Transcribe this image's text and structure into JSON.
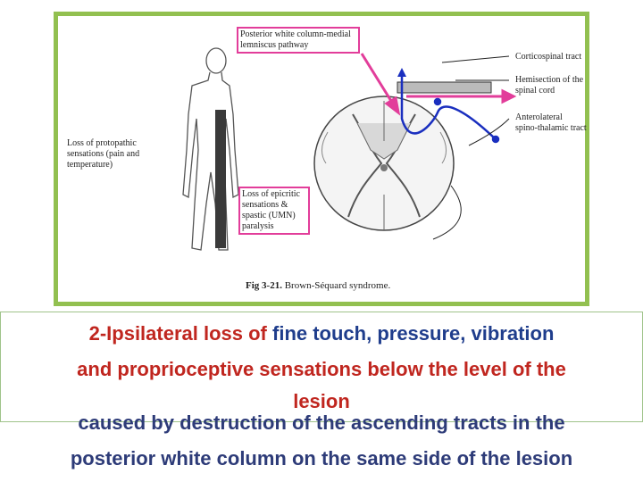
{
  "figure": {
    "label_posterior": "Posterior white column-medial lemniscus pathway",
    "label_corticospinal": "Corticospinal tract",
    "label_hemisection": "Hemisection of the spinal cord",
    "label_anterolateral": "Anterolateral spino-thalamic tract",
    "label_protopathic": "Loss of protopathic sensations (pain and temperature)",
    "label_epicritic": "Loss of epicritic sensations & spastic (UMN) paralysis",
    "caption_number": "Fig 3-21.",
    "caption_title": "Brown-Séquard syndrome."
  },
  "text": {
    "part1_red": "2-Ipsilateral loss of ",
    "part1_blue": "fine touch, pressure, vibration",
    "line2": "and proprioceptive sensations below the level of the",
    "line3": "lesion",
    "line4": "caused by destruction of the ascending tracts in the",
    "line5": "posterior white column on the same side of the lesion"
  },
  "colors": {
    "frame_green": "#92c050",
    "pink": "#e23d9a",
    "arrow_blue": "#1a2fbf",
    "text_red": "#c0261f",
    "text_blue": "#1f3d8c",
    "text_navy": "#2d3b78"
  }
}
